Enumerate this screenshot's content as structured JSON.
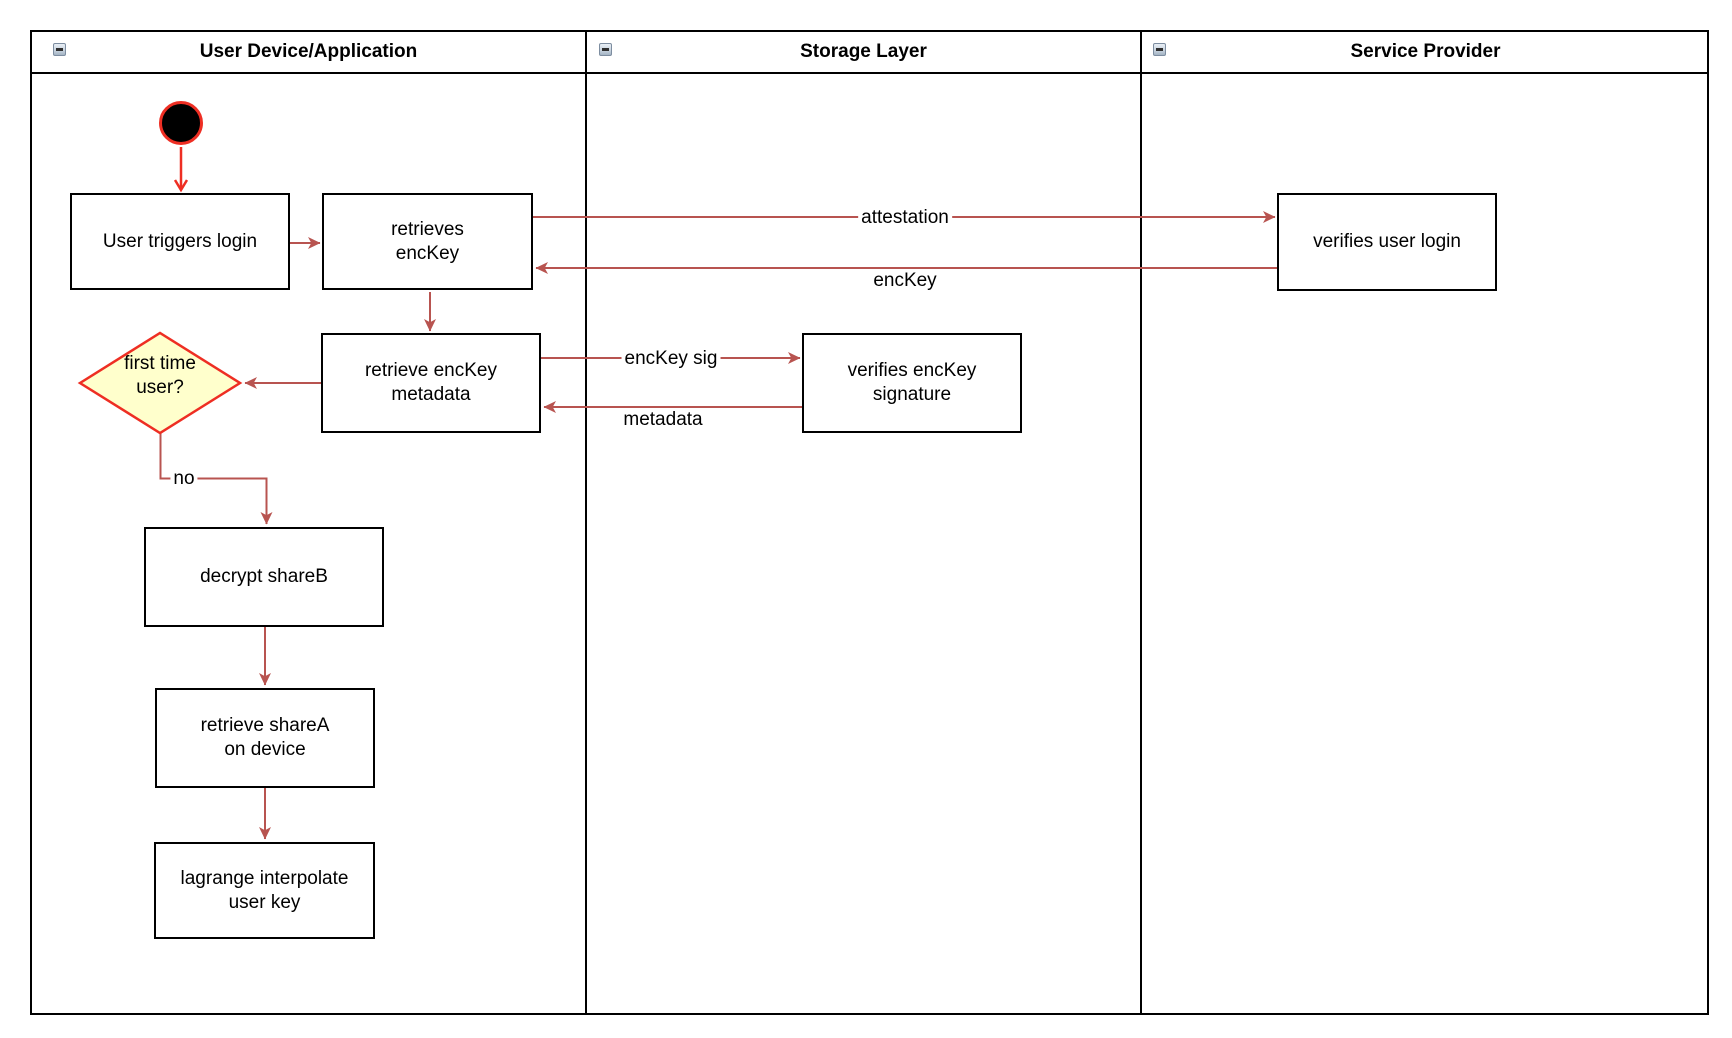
{
  "pool": {
    "lanes": [
      {
        "title": "User Device/Application"
      },
      {
        "title": "Storage Layer"
      },
      {
        "title": "Service Provider"
      }
    ]
  },
  "nodes": {
    "start": {
      "type": "initial-node"
    },
    "user_triggers_login": {
      "label": "User triggers login"
    },
    "retrieves_enckey": {
      "label": "retrieves\nencKey"
    },
    "retrieve_enckey_metadata": {
      "label": "retrieve encKey\nmetadata"
    },
    "first_time_user": {
      "label": "first time\nuser?"
    },
    "decrypt_shareb": {
      "label": "decrypt shareB"
    },
    "retrieve_sharea": {
      "label": "retrieve shareA\non device"
    },
    "lagrange_interpolate": {
      "label": "lagrange interpolate\nuser key"
    },
    "verifies_enckey_signature": {
      "label": "verifies encKey\nsignature"
    },
    "verifies_user_login": {
      "label": "verifies user login"
    }
  },
  "edges": {
    "attestation": {
      "label": "attestation"
    },
    "enckey": {
      "label": "encKey"
    },
    "enckey_sig": {
      "label": "encKey sig"
    },
    "metadata": {
      "label": "metadata"
    },
    "no_branch": {
      "label": "no"
    }
  },
  "colors": {
    "edge_stroke": "#b85450",
    "accent_red": "#ee2e23",
    "decision_fill": "#ffffcc",
    "node_fill": "#ffffff",
    "node_border": "#000000"
  }
}
